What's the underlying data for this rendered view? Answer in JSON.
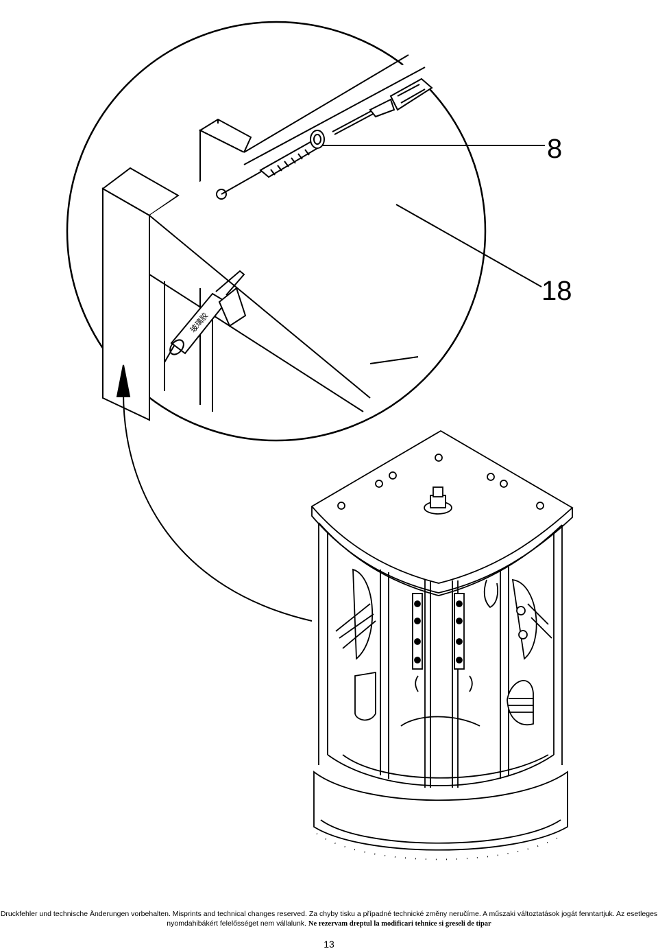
{
  "callouts": {
    "part_8": "8",
    "part_18": "18"
  },
  "tube_label": "玻璃胶",
  "footer": {
    "line1": "Druckfehler und technische Änderungen vorbehalten. Misprints and technical changes reserved. Za chyby tisku a případné technické změny neručíme. A műszaki változtatások jogát fenntartjuk. Az esetleges",
    "line2_part1": "nyomdahibákért felelősséget nem vállalunk. ",
    "line2_part2": "Ne rezervam dreptul la modificari tehnice si greseli de tipar"
  },
  "page_number": "13"
}
